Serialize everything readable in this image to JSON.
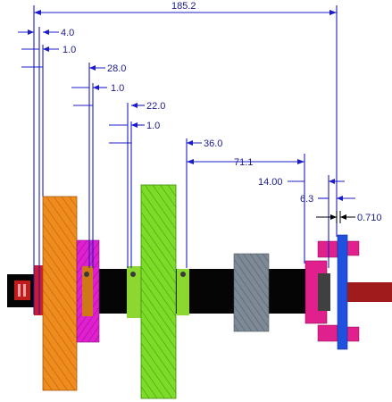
{
  "dimensions": {
    "overall": "185.2",
    "d1": "4.0",
    "d2": "1.0",
    "d3": "28.0",
    "d4": "1.0",
    "d5": "22.0",
    "d6": "1.0",
    "d7": "36.0",
    "d8": "71.1",
    "d9": "14.00",
    "d10": "6.3",
    "d11": "0.710"
  },
  "colors": {
    "dimension": "#1c1cc8",
    "shaft": "#050505",
    "gear_large": "#f08c1e",
    "gear_green": "#7ddc28",
    "collar_magenta": "#e020d0",
    "synchro_gray": "#7d8a96",
    "hub_pink": "#e0208c",
    "flange_blue": "#2050e0",
    "output_shaft": "#a01c1c"
  }
}
